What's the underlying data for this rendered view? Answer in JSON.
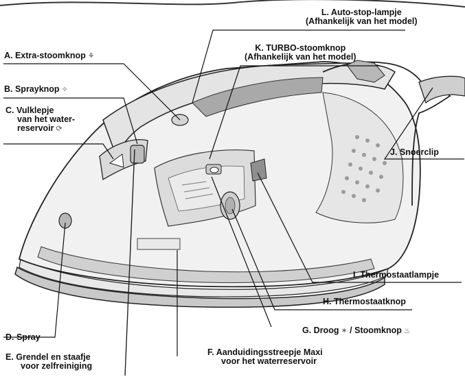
{
  "labels": {
    "A": {
      "text": "A.  Extra-stoomknop",
      "icon": "extra-steam-icon",
      "glyph": "⚘"
    },
    "B": {
      "text": "B.  Sprayknop",
      "icon": "spray-icon",
      "glyph": "✧"
    },
    "C": {
      "line1": "C.  Vulklepje",
      "line2": "van het water-",
      "line3": "reservoir",
      "icon": "fill-flap-icon",
      "glyph": "⟳"
    },
    "D": {
      "text": "D.  Spray"
    },
    "E": {
      "line1": "E.  Grendel en staafje",
      "line2": "voor zelfreiniging"
    },
    "F": {
      "line1": "F.  Aanduidingsstreepje Maxi",
      "line2": "voor het waterreservoir"
    },
    "G": {
      "text": "G.  Droog",
      "sep": " / Stoomknop",
      "icon1": "dry-icon",
      "glyph1": "✶",
      "icon2": "steam-icon",
      "glyph2": "♨"
    },
    "H": {
      "text": "H.  Thermostaatknop"
    },
    "I": {
      "text": "I.  Thermostaatlampje"
    },
    "J": {
      "text": "J.  Snoerclip"
    },
    "K": {
      "line1": "K. TURBO-stoomknop",
      "line2": "(Afhankelijk van het model)"
    },
    "L": {
      "line1": "L.  Auto-stop-lampje",
      "line2": "(Afhankelijk van het model)"
    }
  },
  "colors": {
    "outline": "#222222",
    "body_light": "#f2f2f2",
    "body_mid": "#d6d6d6",
    "body_dark": "#9a9a9a",
    "accent": "#b9b9b9"
  }
}
